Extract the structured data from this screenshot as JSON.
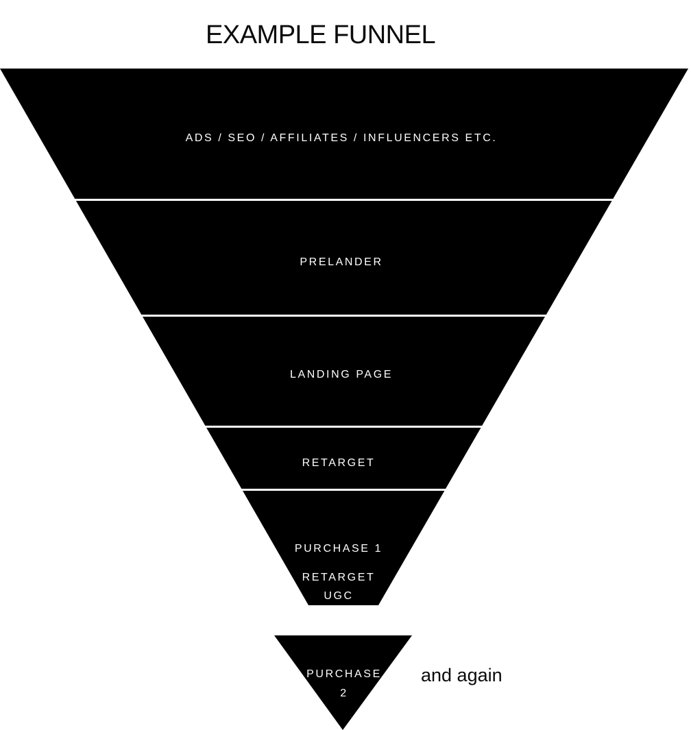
{
  "title": "EXAMPLE FUNNEL",
  "stages": [
    {
      "lines": [
        "ADS / SEO / AFFILIATES / INFLUENCERS ETC."
      ]
    },
    {
      "lines": [
        "PRELANDER"
      ]
    },
    {
      "lines": [
        "LANDING PAGE"
      ]
    },
    {
      "lines": [
        "RETARGET"
      ]
    },
    {
      "lines": [
        "PURCHASE 1",
        "RETARGET",
        "UGC"
      ]
    }
  ],
  "second_funnel": {
    "lines": [
      "PURCHASE",
      "2"
    ],
    "note": "and again"
  },
  "colors": {
    "fill": "#000000",
    "text": "#ffffff",
    "background": "#ffffff"
  }
}
